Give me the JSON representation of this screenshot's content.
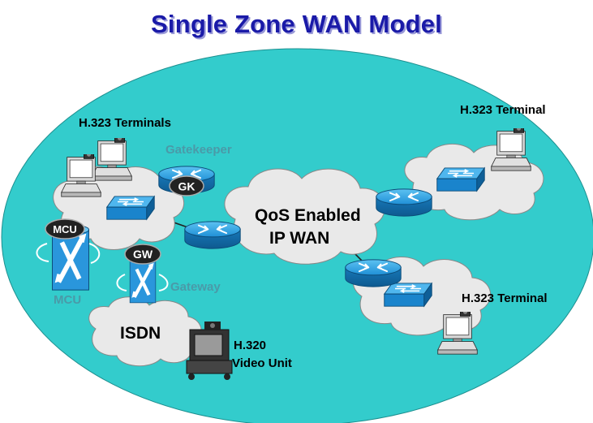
{
  "title": "Single Zone WAN Model",
  "labels": {
    "h323_terminals": "H.323 Terminals",
    "h323_terminal_right": "H.323 Terminal",
    "h323_terminal_bottom": "H.323 Terminal",
    "gatekeeper": "Gatekeeper",
    "gk_badge": "GK",
    "mcu_badge": "MCU",
    "mcu": "MCU",
    "gw_badge": "GW",
    "gateway": "Gateway",
    "wan_line1": "QoS Enabled",
    "wan_line2": "IP WAN",
    "isdn": "ISDN",
    "h320_line1": "H.320",
    "h320_line2": "Video Unit"
  },
  "colors": {
    "ellipse_fill": "#33cccc",
    "cloud_fill": "#e9e9e9",
    "device_blue": "#1f8fd6",
    "badge_fill": "#222222",
    "faded_label": "#4a9aa8",
    "title_color": "#1a1aa8"
  }
}
